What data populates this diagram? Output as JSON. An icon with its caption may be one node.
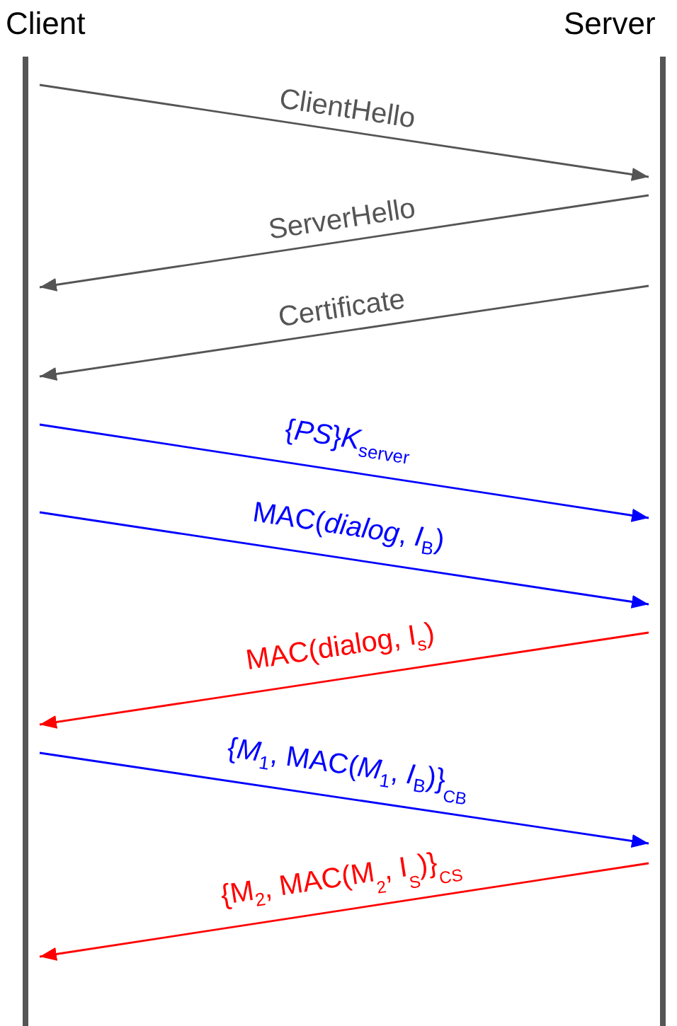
{
  "diagram": {
    "nodes": [
      {
        "text": [],
        "shape": "bar",
        "beside": [
          "Client"
        ]
      },
      {
        "text": [],
        "shape": "bar",
        "beside": [
          "Server"
        ]
      }
    ],
    "edges": [
      {
        "from": 0,
        "to": 1,
        "arrow": "to",
        "label": "ClientHello"
      },
      {
        "from": 1,
        "to": 0,
        "arrow": "to",
        "label": "ServerHello"
      },
      {
        "from": 1,
        "to": 0,
        "arrow": "to",
        "label": "Certificate"
      },
      {
        "from": 0,
        "to": 1,
        "arrow": "to",
        "label": "{*PS*}*K*$_{server}$",
        "color": "#0000ff"
      },
      {
        "from": 0,
        "to": 1,
        "arrow": "to",
        "label": "MAC(*dialog*, *I*$_{B}$)",
        "color": "#0000ff"
      },
      {
        "from": 1,
        "to": 0,
        "arrow": "to",
        "label": "MAC(dialog, I$_{s}$)",
        "color": "#ff0000"
      },
      {
        "from": 0,
        "to": 1,
        "arrow": "to",
        "label": "{*M*$_{1}$, MAC(*M*$_{1}$, *I*$_{B}$)}$_{C}$$_{B}$",
        "color": "#0000ff"
      },
      {
        "from": 1,
        "to": 0,
        "arrow": "to",
        "label": "{M$_{2}$, MAC(M$_{2}$, I$_{S}$)}$_{C}$$_{S}$",
        "color": "#ff0000"
      }
    ]
  }
}
